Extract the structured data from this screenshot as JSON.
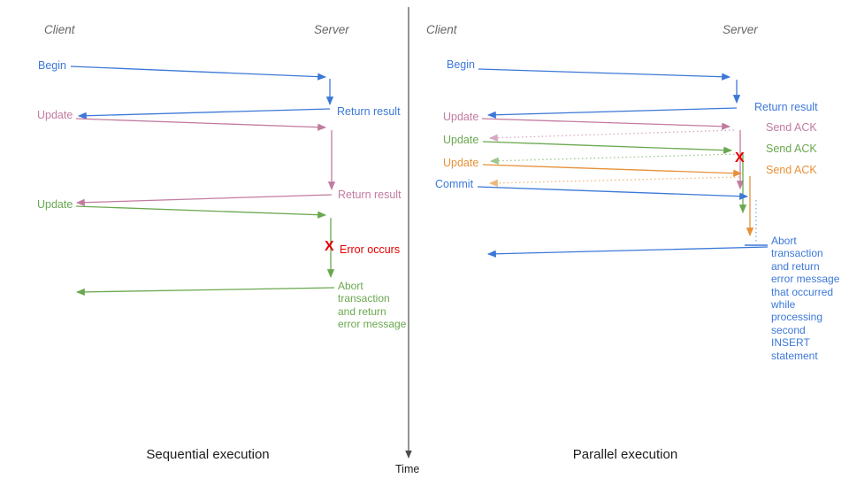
{
  "colors": {
    "blue": "#3c78d8",
    "pink": "#c27ba0",
    "green": "#6aa84f",
    "orange": "#e69138",
    "red": "#e60000",
    "header_gray": "#666666",
    "axis": "#4d4d4d",
    "title_dark": "#1c1c1c"
  },
  "time_axis": {
    "label": "Time"
  },
  "panels": {
    "left": {
      "title": "Sequential execution",
      "client_label": "Client",
      "server_label": "Server",
      "messages": {
        "begin": "Begin",
        "return_result_1": "Return result",
        "update_1": "Update",
        "return_result_2": "Return result",
        "update_2": "Update",
        "error_x": "X",
        "error_label": "Error occurs",
        "abort_note": "Abort\ntransaction\nand return\nerror message"
      }
    },
    "right": {
      "title": "Parallel execution",
      "client_label": "Client",
      "server_label": "Server",
      "messages": {
        "begin": "Begin",
        "return_result": "Return result",
        "update_1": "Update",
        "send_ack_1": "Send ACK",
        "update_2": "Update",
        "send_ack_2": "Send ACK",
        "update_3": "Update",
        "send_ack_3": "Send ACK",
        "commit": "Commit",
        "error_x": "X",
        "abort_note": "Abort\ntransaction\nand return\nerror message\nthat occurred\nwhile\nprocessing\nsecond\nINSERT\nstatement"
      }
    }
  }
}
